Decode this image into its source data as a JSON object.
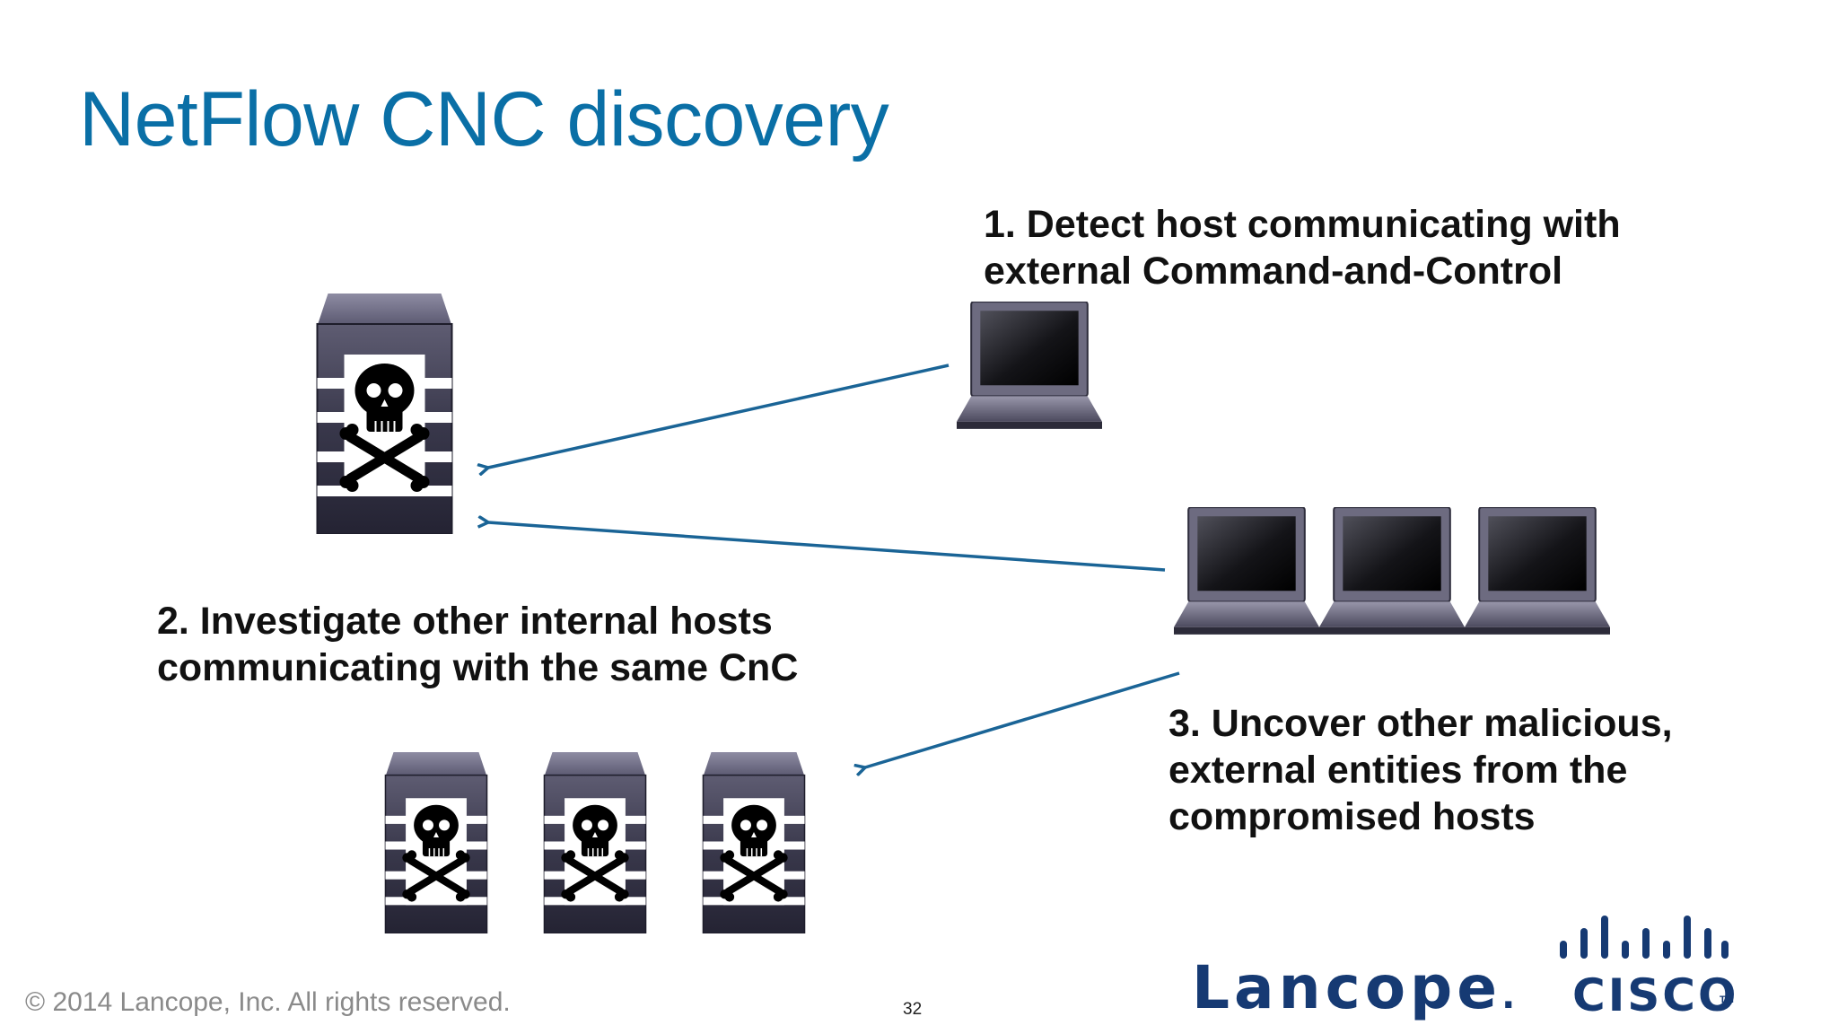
{
  "slide": {
    "title": "NetFlow CNC discovery",
    "steps": [
      {
        "lines": [
          "1. Detect host communicating with",
          "external Command-and-Control"
        ]
      },
      {
        "lines": [
          "2. Investigate other internal hosts",
          "communicating with the same CnC"
        ]
      },
      {
        "lines": [
          "3. Uncover other malicious,",
          "external entities from the",
          "compromised hosts"
        ]
      }
    ],
    "footer": "© 2014 Lancope, Inc. All rights reserved.",
    "page_number": "32",
    "logos": {
      "lancope": "Lancope",
      "lancope_mark": ".",
      "cisco": "CISCO",
      "cisco_tm": "TM"
    }
  },
  "colors": {
    "title": "#0a6fa6",
    "arrow": "#1a6496",
    "logo": "#163a73"
  },
  "icons": {
    "cnc_server": "skull-server-icon",
    "laptop": "laptop-icon",
    "malicious_server": "skull-server-icon"
  }
}
